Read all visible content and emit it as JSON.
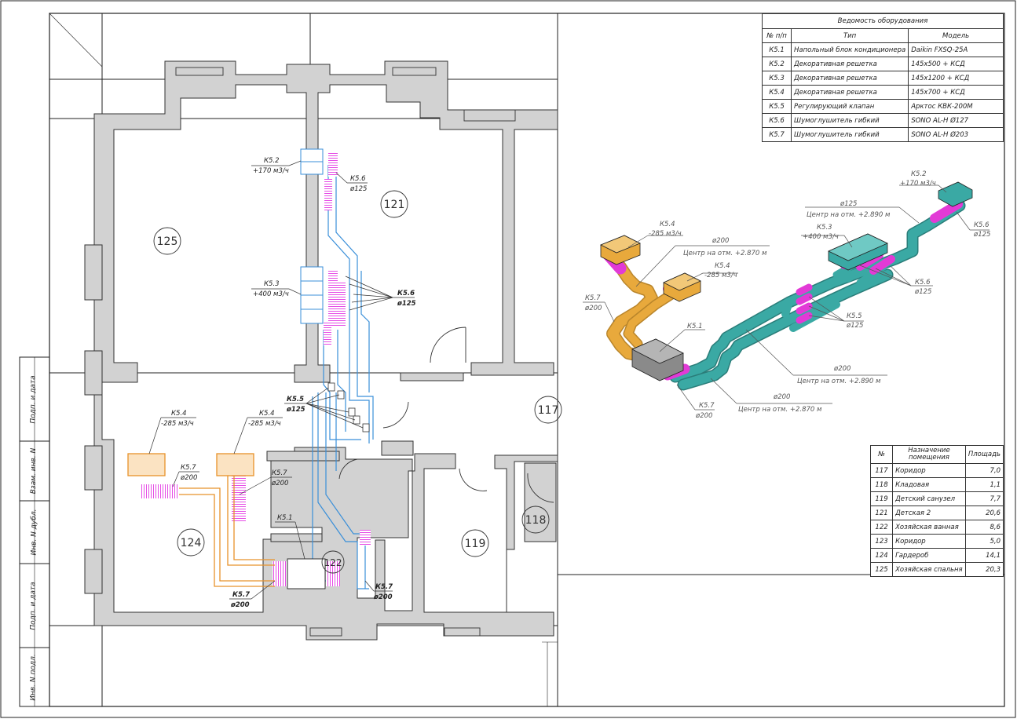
{
  "equipment_table": {
    "title": "Ведомость оборудования",
    "headers": [
      "№ п/п",
      "Тип",
      "Модель"
    ],
    "rows": [
      [
        "К5.1",
        "Напольный блок кондиционера",
        "Daikin FXSQ-25A"
      ],
      [
        "К5.2",
        "Декоративная решетка",
        "145х500 + КСД"
      ],
      [
        "К5.3",
        "Декоративная решетка",
        "145х1200 + КСД"
      ],
      [
        "К5.4",
        "Декоративная решетка",
        "145х700 + КСД"
      ],
      [
        "К5.5",
        "Регулирующий клапан",
        "Арктос КВК-200М"
      ],
      [
        "К5.6",
        "Шумоглушитель гибкий",
        "SONO AL-H Ø127"
      ],
      [
        "К5.7",
        "Шумоглушитель гибкий",
        "SONO AL-H Ø203"
      ]
    ]
  },
  "rooms_table": {
    "headers": [
      "№",
      "Назначение помещения",
      "Площадь"
    ],
    "rows": [
      [
        "117",
        "Коридор",
        "7,0"
      ],
      [
        "118",
        "Кладовая",
        "1,1"
      ],
      [
        "119",
        "Детский санузел",
        "7,7"
      ],
      [
        "121",
        "Детская 2",
        "20,6"
      ],
      [
        "122",
        "Хозяйская ванная",
        "8,6"
      ],
      [
        "123",
        "Коридор",
        "5,0"
      ],
      [
        "124",
        "Гардероб",
        "14,1"
      ],
      [
        "125",
        "Хозяйская спальня",
        "20,3"
      ]
    ]
  },
  "side_labels": [
    "Подп. и дата",
    "Взам. инв. N",
    "Инв. N дубл.",
    "Подп. и дата",
    "Инв. N подл."
  ],
  "plan": {
    "room_numbers": [
      "125",
      "121",
      "117",
      "124",
      "122",
      "119",
      "118"
    ],
    "labels": {
      "k52_tag": "К5.2",
      "k52_flow": "+170 м3/ч",
      "k53_tag": "К5.3",
      "k53_flow": "+400 м3/ч",
      "k56_a": "К5.6",
      "k56_a_d": "ø125",
      "k56_b": "К5.6",
      "k56_b_d": "ø125",
      "k55_tag": "К5.5",
      "k55_d": "ø125",
      "k54_l": "К5.4",
      "k54_l_flow": "-285 м3/ч",
      "k54_r": "К5.4",
      "k54_r_flow": "-285 м3/ч",
      "k57_a": "К5.7",
      "k57_a_d": "ø200",
      "k57_b": "К5.7",
      "k57_b_d": "ø200",
      "k57_c": "К5.7",
      "k57_c_d": "ø200",
      "k57_d": "К5.7",
      "k57_d_d": "ø200",
      "k51": "К5.1"
    }
  },
  "iso": {
    "labels": {
      "k52": "К5.2",
      "k52_flow": "+170 м3/ч",
      "d125": "ø125",
      "d125_elev": "Центр на отм. +2.890 м",
      "k56_top": "К5.6",
      "k56_top_d": "ø125",
      "k54_a": "К5.4",
      "k54_a_flow": "-285 м3/ч",
      "d200_top": "ø200",
      "d200_top_elev": "Центр на отм. +2.870 м",
      "k54_b": "К5.4",
      "k54_b_flow": "-285 м3/ч",
      "k53": "К5.3",
      "k53_flow": "+400 м3/ч",
      "k57_l": "К5.7",
      "k57_l_d": "ø200",
      "k56_mid": "К5.6",
      "k56_mid_d": "ø125",
      "k55": "К5.5",
      "k55_d": "ø125",
      "k51": "К5.1",
      "d200_mid": "ø200",
      "d200_mid_elev": "Центр на отм. +2.890 м",
      "d200_low": "ø200",
      "d200_low_elev": "Центр на отм. +2.870 м",
      "k57_b": "К5.7",
      "k57_b_d": "ø200"
    }
  },
  "colors": {
    "wall": "#d2d2d2",
    "duct_blue": "#3a8fd9",
    "duct_orange": "#e8922a",
    "silencer_magenta": "#e020e0",
    "teal": "#3aa9a4",
    "gold": "#e8a93c",
    "pink": "#e23ad6"
  }
}
